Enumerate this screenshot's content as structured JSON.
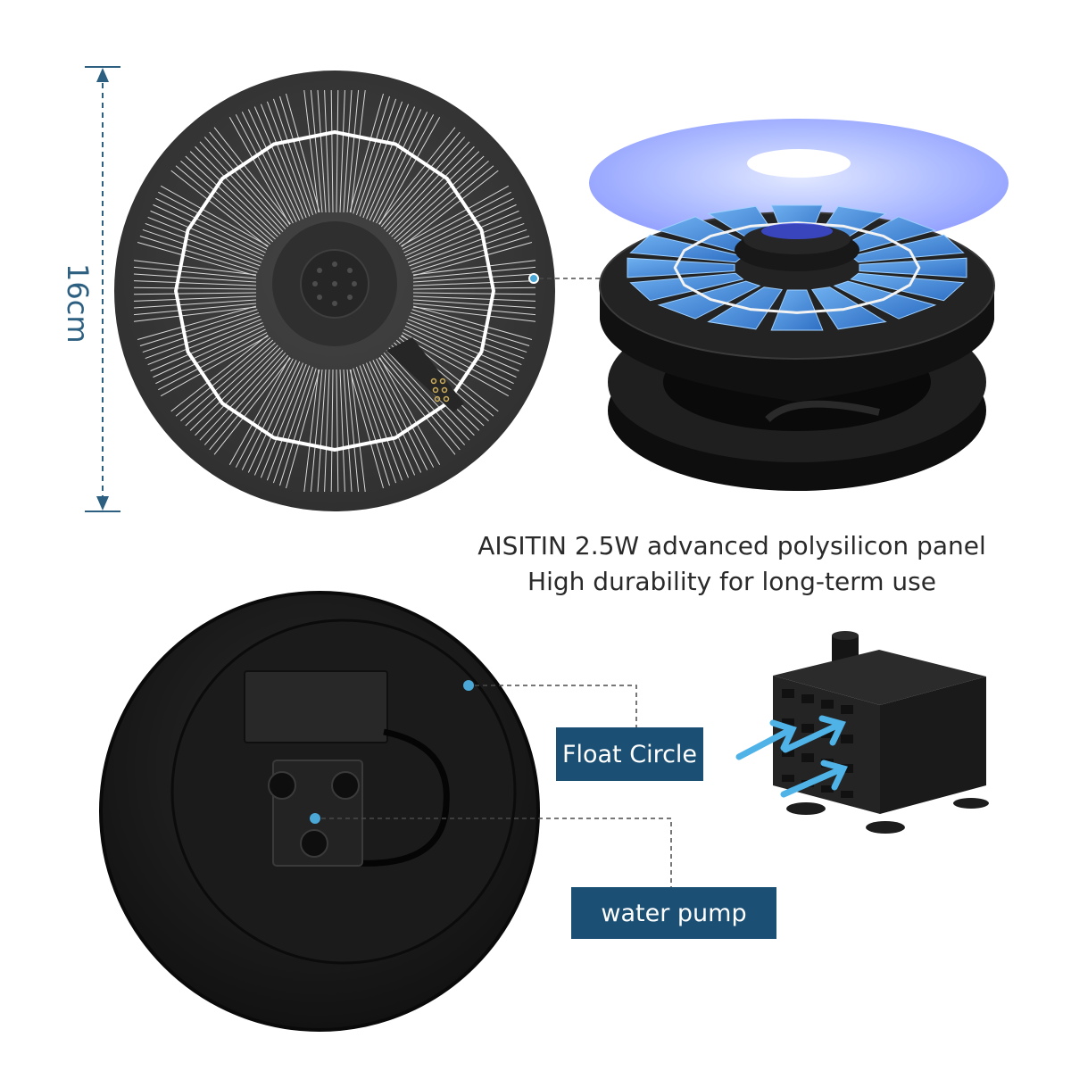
{
  "dimension": {
    "label": "16cm"
  },
  "caption": {
    "line1": "AISITIN 2.5W advanced polysilicon panel",
    "line2": "High durability for long-term use"
  },
  "labels": {
    "float_circle": "Float Circle",
    "water_pump": "water pump"
  },
  "colors": {
    "label_bg": "#1b4f73",
    "dimension_line": "#2d5f80",
    "panel": "#3a3a3a",
    "solar_cell_blue": "#4a8fd6"
  }
}
